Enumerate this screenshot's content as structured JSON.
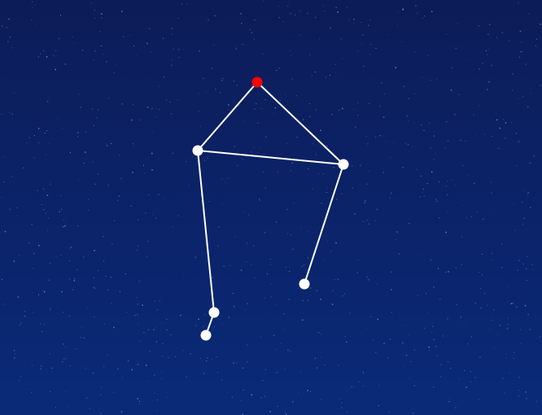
{
  "colors": {
    "sky_top": "#0c1c58",
    "sky_bottom": "#0a2a78",
    "line": "#ffffff",
    "star": "#ffffff",
    "highlight_star": "#ff0000",
    "background_dots": "#6f8fd8"
  },
  "constellation": {
    "stars": [
      {
        "id": "s1",
        "highlighted": true
      },
      {
        "id": "s2",
        "highlighted": false
      },
      {
        "id": "s3",
        "highlighted": false
      },
      {
        "id": "s4",
        "highlighted": false
      },
      {
        "id": "s5",
        "highlighted": false
      },
      {
        "id": "s6",
        "highlighted": false
      }
    ],
    "edges": [
      [
        "s1",
        "s2"
      ],
      [
        "s1",
        "s3"
      ],
      [
        "s2",
        "s3"
      ],
      [
        "s2",
        "s5"
      ],
      [
        "s5",
        "s6"
      ],
      [
        "s3",
        "s4"
      ]
    ]
  }
}
